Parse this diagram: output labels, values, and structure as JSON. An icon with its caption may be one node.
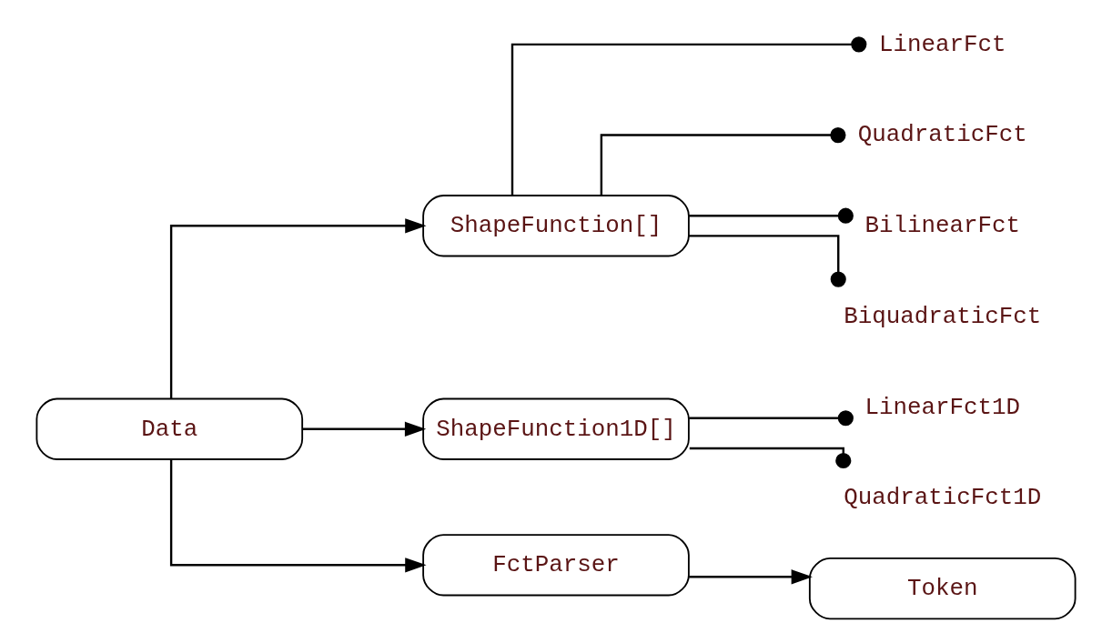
{
  "diagram": {
    "nodes": [
      {
        "text": [
          "Data"
        ]
      },
      {
        "text": [
          "ShapeFunction[]"
        ]
      },
      {
        "text": [
          "LinearFct"
        ]
      },
      {
        "text": [
          "QuadraticFct"
        ]
      },
      {
        "text": [
          "BilinearFct"
        ]
      },
      {
        "text": [
          "BiquadraticFct"
        ]
      },
      {
        "text": [
          "ShapeFunction1D[]"
        ]
      },
      {
        "text": [
          "LinearFct1D"
        ]
      },
      {
        "text": [
          "QuadraticFct1D"
        ]
      },
      {
        "text": [
          "FctParser"
        ]
      },
      {
        "text": [
          "Token"
        ]
      }
    ],
    "edges": [
      {
        "from": 0,
        "to": 1,
        "arrow": "to"
      },
      {
        "from": 1,
        "to": 2,
        "arrow": "other"
      },
      {
        "from": 1,
        "to": 3,
        "arrow": "other"
      },
      {
        "from": 1,
        "to": 4,
        "arrow": "other"
      },
      {
        "from": 1,
        "to": 5,
        "arrow": "other"
      },
      {
        "from": 0,
        "to": 6,
        "arrow": "to"
      },
      {
        "from": 6,
        "to": 7,
        "arrow": "other"
      },
      {
        "from": 6,
        "to": 8,
        "arrow": "other"
      },
      {
        "from": 0,
        "to": 9,
        "arrow": "to"
      },
      {
        "from": 9,
        "to": 10,
        "arrow": "to"
      }
    ]
  }
}
